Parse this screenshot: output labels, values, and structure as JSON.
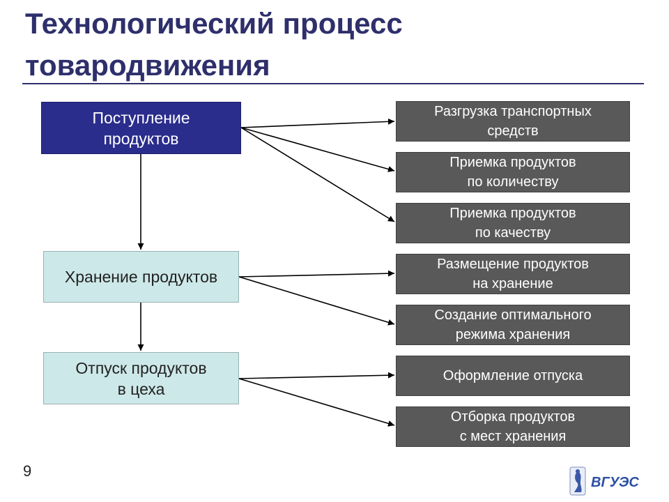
{
  "slide": {
    "title_line1": "Технологический процесс",
    "title_line2": "товародвижения",
    "page_number": "9",
    "logo_text": "ВГУЭС"
  },
  "stages": [
    {
      "lines": [
        "Поступление",
        "продуктов"
      ]
    },
    {
      "lines": [
        "Хранение продуктов"
      ]
    },
    {
      "lines": [
        "Отпуск продуктов",
        "в цеха"
      ]
    }
  ],
  "operations": [
    {
      "lines": [
        "Разгрузка транспортных",
        "средств"
      ]
    },
    {
      "lines": [
        "Приемка продуктов",
        "по количеству"
      ]
    },
    {
      "lines": [
        "Приемка продуктов",
        "по качеству"
      ]
    },
    {
      "lines": [
        "Размещение продуктов",
        "на хранение"
      ]
    },
    {
      "lines": [
        "Создание оптимального",
        "режима хранения"
      ]
    },
    {
      "lines": [
        "Оформление отпуска"
      ]
    },
    {
      "lines": [
        "Отборка продуктов",
        "с мест хранения"
      ]
    }
  ],
  "colors": {
    "title": "#2e2f6b",
    "stage_primary": "#2b2d8c",
    "stage": "#cde8e8",
    "operation": "#595959"
  }
}
